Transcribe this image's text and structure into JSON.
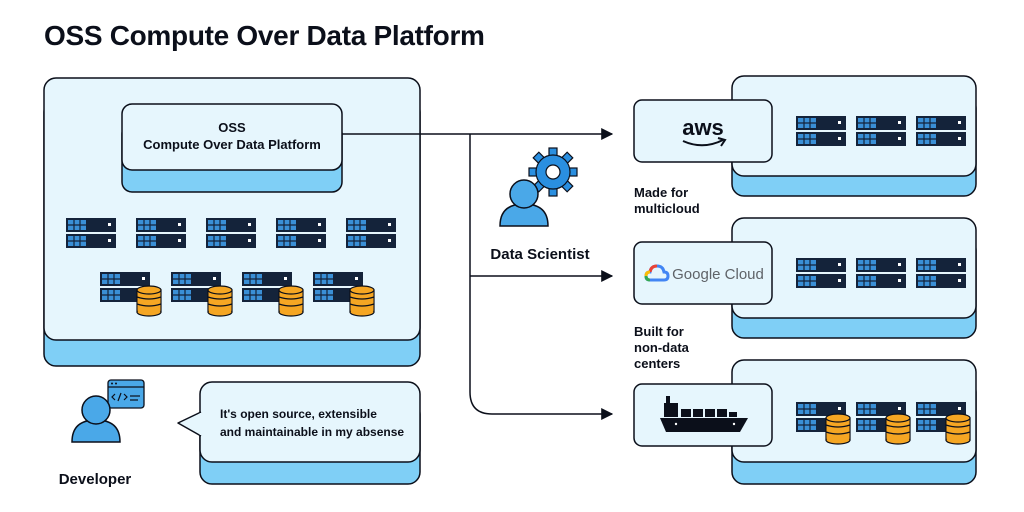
{
  "title": "OSS Compute Over Data Platform",
  "platform": {
    "line1": "OSS",
    "line2": "Compute Over Data Platform"
  },
  "data_scientist": {
    "label": "Data Scientist"
  },
  "developer": {
    "label": "Developer",
    "speech_line1": "It's open source, extensible",
    "speech_line2": "and maintainable in my absense"
  },
  "providers": [
    {
      "name": "aws",
      "icon": "aws-logo-icon"
    },
    {
      "name": "Google Cloud",
      "icon": "google-cloud-logo-icon"
    },
    {
      "name": "",
      "icon": "cargo-ship-icon"
    }
  ],
  "notes": {
    "multicloud_line1": "Made for",
    "multicloud_line2": "multicloud",
    "nondc_line1": "Built for",
    "nondc_line2": "non-data",
    "nondc_line3": "centers"
  },
  "colors": {
    "panel_fill": "#e6f6fd",
    "panel_shadow": "#7fcff6",
    "outline": "#0b0f1a",
    "server_dark": "#14233a",
    "server_grid": "#3a8fd6",
    "database": "#f5a623",
    "person": "#4aa8e8",
    "gear": "#2a8fe0"
  }
}
